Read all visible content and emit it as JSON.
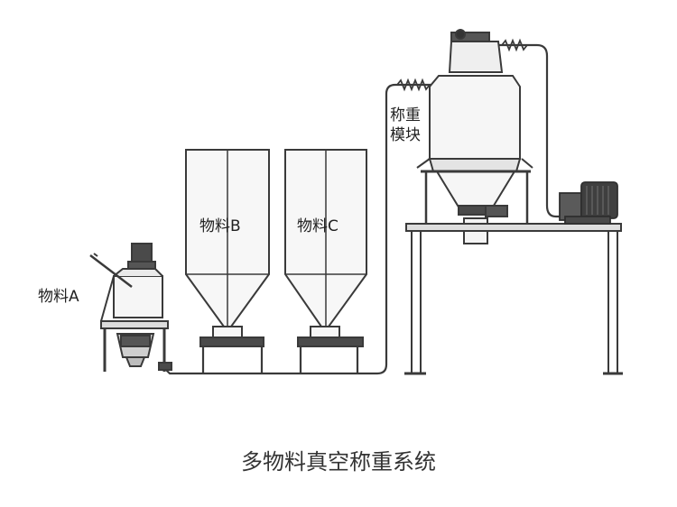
{
  "labels": {
    "material_a": "物料A",
    "material_b": "物料B",
    "material_c": "物料C",
    "weighing_module_line1": "称重",
    "weighing_module_line2": "模块"
  },
  "caption": "多物料真空称重系统",
  "colors": {
    "line": "#3a3a3a",
    "machine_dark": "#3f3f3f",
    "fill_light": "#f4f4f4",
    "text": "#222222"
  }
}
